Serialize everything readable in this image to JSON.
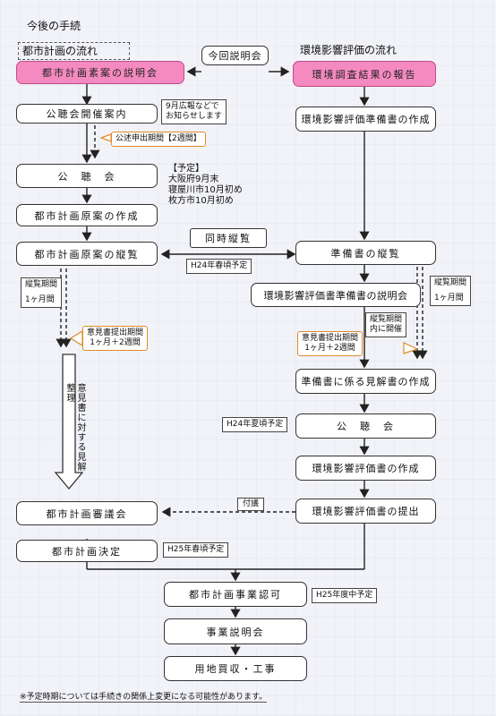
{
  "title": "今後の手続",
  "left_header": "都市計画の流れ",
  "right_header": "環境影響評価の流れ",
  "center_label": "今回説明会",
  "left": {
    "b1": "都市計画素案の説明会",
    "b2": "公聴会開催案内",
    "b3": "公　聴　会",
    "b4": "都市計画原案の作成",
    "b5": "都市計画原案の縦覧",
    "b6": "都市計画審議会",
    "b7": "都市計画決定",
    "b8": "都市計画事業認可",
    "b9": "事業説明会",
    "b10": "用地買収・工事"
  },
  "right": {
    "b1": "環境調査結果の報告",
    "b2": "環境影響評価準備書の作成",
    "b3": "準備書の縦覧",
    "b4": "環境影響評価書準備書の説明会",
    "b5": "準備書に係る見解書の作成",
    "b6": "公　聴　会",
    "b7": "環境影響評価書の作成",
    "b8": "環境影響評価書の提出"
  },
  "notes": {
    "sept": [
      "9月広報などで",
      "お知らせします"
    ],
    "apply": "公述申出期間【2週間】",
    "plan": [
      "【予定】",
      "大阪府9月末",
      "寝屋川市10月初め",
      "枚方市10月初め"
    ],
    "simul": "同時縦覧",
    "h24spring": "H24年春頃予定",
    "left_period": [
      "縦覧期間",
      "1ヶ月間"
    ],
    "left_opinion": [
      "意見書提出期間",
      "1ヶ月＋2週間"
    ],
    "left_vertical": "意見書に対する見解整理",
    "right_period": [
      "縦覧期間",
      "1ヶ月間"
    ],
    "right_inner": [
      "縦覧期間",
      "内に開催"
    ],
    "right_opinion": [
      "意見書提出期間",
      "1ヶ月＋2週間"
    ],
    "h24summer": "H24年夏頃予定",
    "attach": "付議",
    "h25spring": "H25年春頃予定",
    "h25mid": "H25年度中予定",
    "footer": "※予定時期については手続きの関係上変更になる可能性があります。"
  },
  "colors": {
    "accent_pink": "#f48ac0",
    "callout_orange": "#e08a2a"
  }
}
